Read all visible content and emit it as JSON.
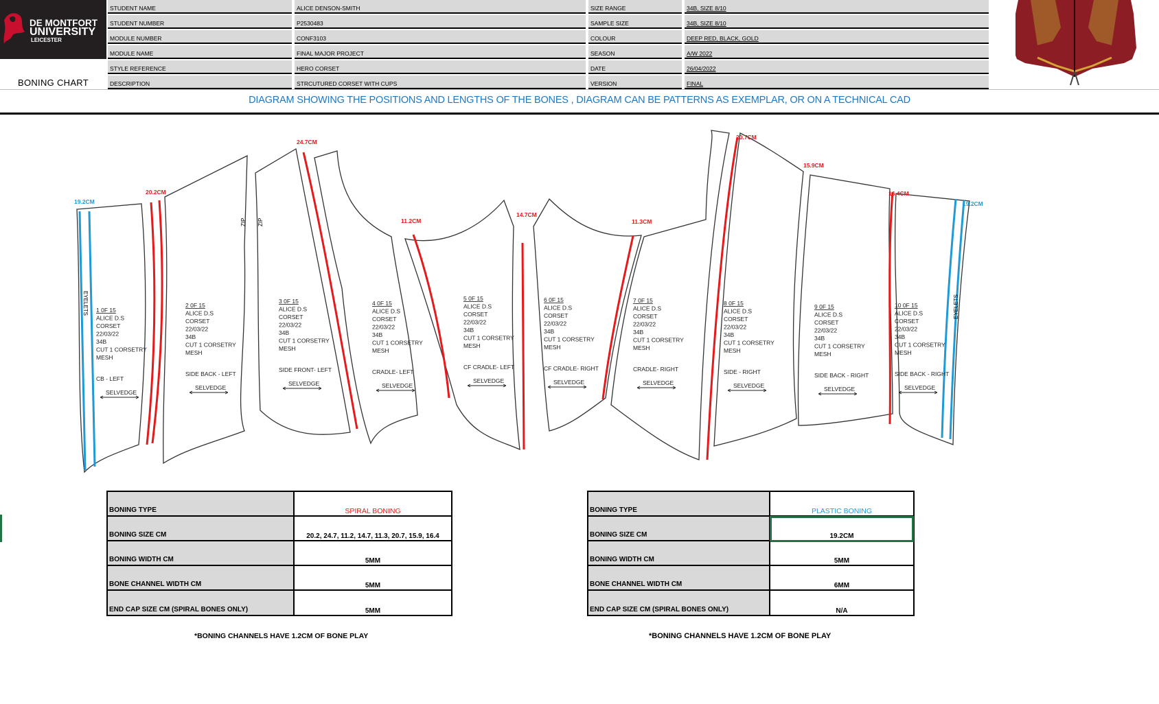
{
  "header": {
    "logo": {
      "line1": "DE MONTFORT",
      "line2": "UNIVERSITY",
      "line3": "LEICESTER"
    },
    "title": "BONING CHART",
    "rows": [
      {
        "label_left": "STUDENT NAME",
        "value_left": "ALICE DENSON-SMITH",
        "label_right": "SIZE RANGE",
        "value_right": "34B, SIZE 8/10"
      },
      {
        "label_left": "STUDENT NUMBER",
        "value_left": "P2530483",
        "label_right": "SAMPLE SIZE",
        "value_right": "34B, SIZE 8/10"
      },
      {
        "label_left": "MODULE NUMBER",
        "value_left": "CONF3103",
        "label_right": "COLOUR",
        "value_right": "DEEP RED, BLACK, GOLD"
      },
      {
        "label_left": "MODULE NAME",
        "value_left": "FINAL MAJOR PROJECT",
        "label_right": "SEASON",
        "value_right": "A/W 2022"
      },
      {
        "label_left": "STYLE REFERENCE",
        "value_left": "HERO CORSET",
        "label_right": "DATE",
        "value_right": "26/04/2022"
      },
      {
        "label_left": "DESCRIPTION",
        "value_left": "STRCUTURED CORSET WITH CUPS",
        "label_right": "VERSION",
        "value_right": "FINAL"
      }
    ]
  },
  "banner": "DIAGRAM SHOWING THE POSITIONS AND LENGTHS OF THE BONES , DIAGRAM CAN BE PATTERNS AS EXEMPLAR, OR ON A TECHNICAL CAD",
  "colors": {
    "spiral": "#e41a1c",
    "plastic": "#1f9ad6",
    "banner": "#1f77c0",
    "grey": "#d9d9d9",
    "logo_bg": "#231f20",
    "selected": "#217346"
  },
  "diagram": {
    "bone_lengths": [
      "19.2CM",
      "20.2CM",
      "24.7CM",
      "11.2CM",
      "14.7CM",
      "11.3CM",
      "20.7CM",
      "15.9CM",
      "16.4CM",
      "19.2CM"
    ],
    "zip": "ZIP",
    "eyelets": "EYELETS",
    "selvedge": "SELVEDGE",
    "pieces": [
      {
        "num": "1 0F 15",
        "name": "CB - LEFT"
      },
      {
        "num": "2 0F 15",
        "name": "SIDE BACK - LEFT"
      },
      {
        "num": "3 0F 15",
        "name": "SIDE FRONT- LEFT"
      },
      {
        "num": "4 0F 15",
        "name": "CRADLE- LEFT"
      },
      {
        "num": "5 0F 15",
        "name": "CF CRADLE- LEFT"
      },
      {
        "num": "6 0F 15",
        "name": "CF CRADLE- RIGHT"
      },
      {
        "num": "7 0F 15",
        "name": "CRADLE- RIGHT"
      },
      {
        "num": "8 0F 15",
        "name": "SIDE - RIGHT"
      },
      {
        "num": "9 0F 15",
        "name": "SIDE BACK - RIGHT"
      },
      {
        "num": "10 0F 15",
        "name": "SIDE BACK - RIGHT"
      }
    ],
    "piece_lines": [
      "ALICE D.S",
      "CORSET",
      "22/03/22",
      "34B",
      "CUT 1 CORSETRY",
      "MESH"
    ]
  },
  "spiral_table": {
    "rows": [
      {
        "label": "BONING TYPE",
        "value": "SPIRAL BONING"
      },
      {
        "label": "BONING SIZE CM",
        "value": "20.2, 24.7, 11.2, 14.7, 11.3, 20.7, 15.9, 16.4"
      },
      {
        "label": "BONING WIDTH CM",
        "value": "5MM"
      },
      {
        "label": "BONE CHANNEL WIDTH CM",
        "value": "5MM"
      },
      {
        "label": "END CAP SIZE CM (SPIRAL BONES ONLY)",
        "value": "5MM"
      }
    ],
    "note": "*BONING CHANNELS HAVE  1.2CM OF BONE PLAY"
  },
  "plastic_table": {
    "rows": [
      {
        "label": "BONING TYPE",
        "value": "PLASTIC BONING"
      },
      {
        "label": "BONING SIZE CM",
        "value": "19.2CM"
      },
      {
        "label": "BONING WIDTH CM",
        "value": "5MM"
      },
      {
        "label": "BONE CHANNEL WIDTH CM",
        "value": "6MM"
      },
      {
        "label": "END CAP SIZE CM (SPIRAL BONES ONLY)",
        "value": "N/A"
      }
    ],
    "note": "*BONING CHANNELS HAVE  1.2CM OF BONE PLAY"
  }
}
